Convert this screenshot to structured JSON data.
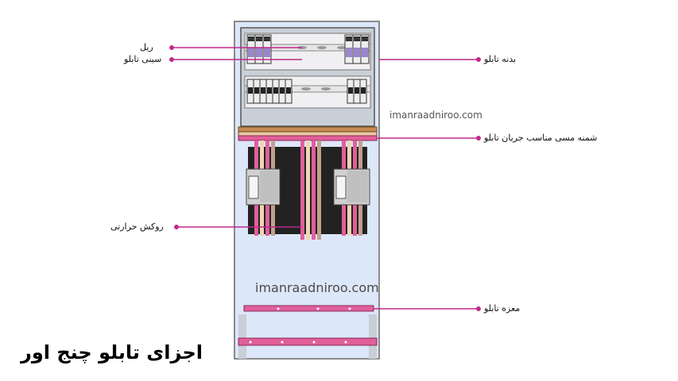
{
  "title": "اجزای تابلو چنج اور",
  "watermark": "imanraadniroo.com",
  "labels": {
    "rail": "ریل",
    "tray": "سینی تابلو",
    "body": "بدنه تابلو",
    "busbar": "شمنه مسی مناسب جریان تابلو",
    "sleeve": "روکش حرارتی",
    "frame": "معزه تابلو"
  },
  "colors": {
    "pointer": "#c0288a",
    "cabinet_fill": "#dde7fa",
    "frame": "#808080",
    "busbar_pink": "#e0609a",
    "copper": "#d8b48a",
    "breaker": "#d0d0d0"
  }
}
